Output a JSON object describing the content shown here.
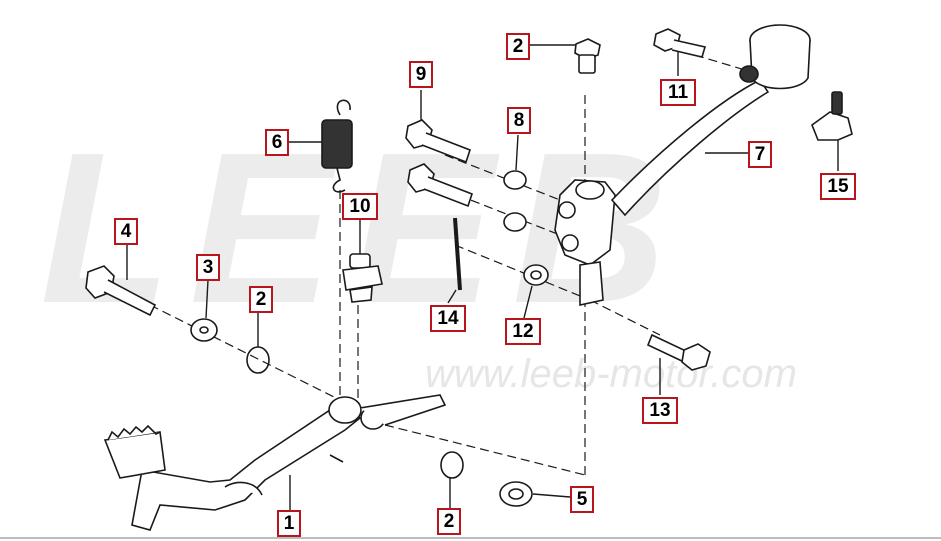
{
  "watermark": {
    "logo": "LEEB",
    "url": "www.leeb-motor.com"
  },
  "colors": {
    "callout_border": "#b8161e",
    "line": "#1a1a1a",
    "part_fill": "#ffffff"
  },
  "callouts": {
    "c1": "1",
    "c2a": "2",
    "c2b": "2",
    "c2c": "2",
    "c3": "3",
    "c4": "4",
    "c5": "5",
    "c6": "6",
    "c7": "7",
    "c8": "8",
    "c9": "9",
    "c10": "10",
    "c11": "11",
    "c12": "12",
    "c13": "13",
    "c14": "14",
    "c15": "15"
  }
}
